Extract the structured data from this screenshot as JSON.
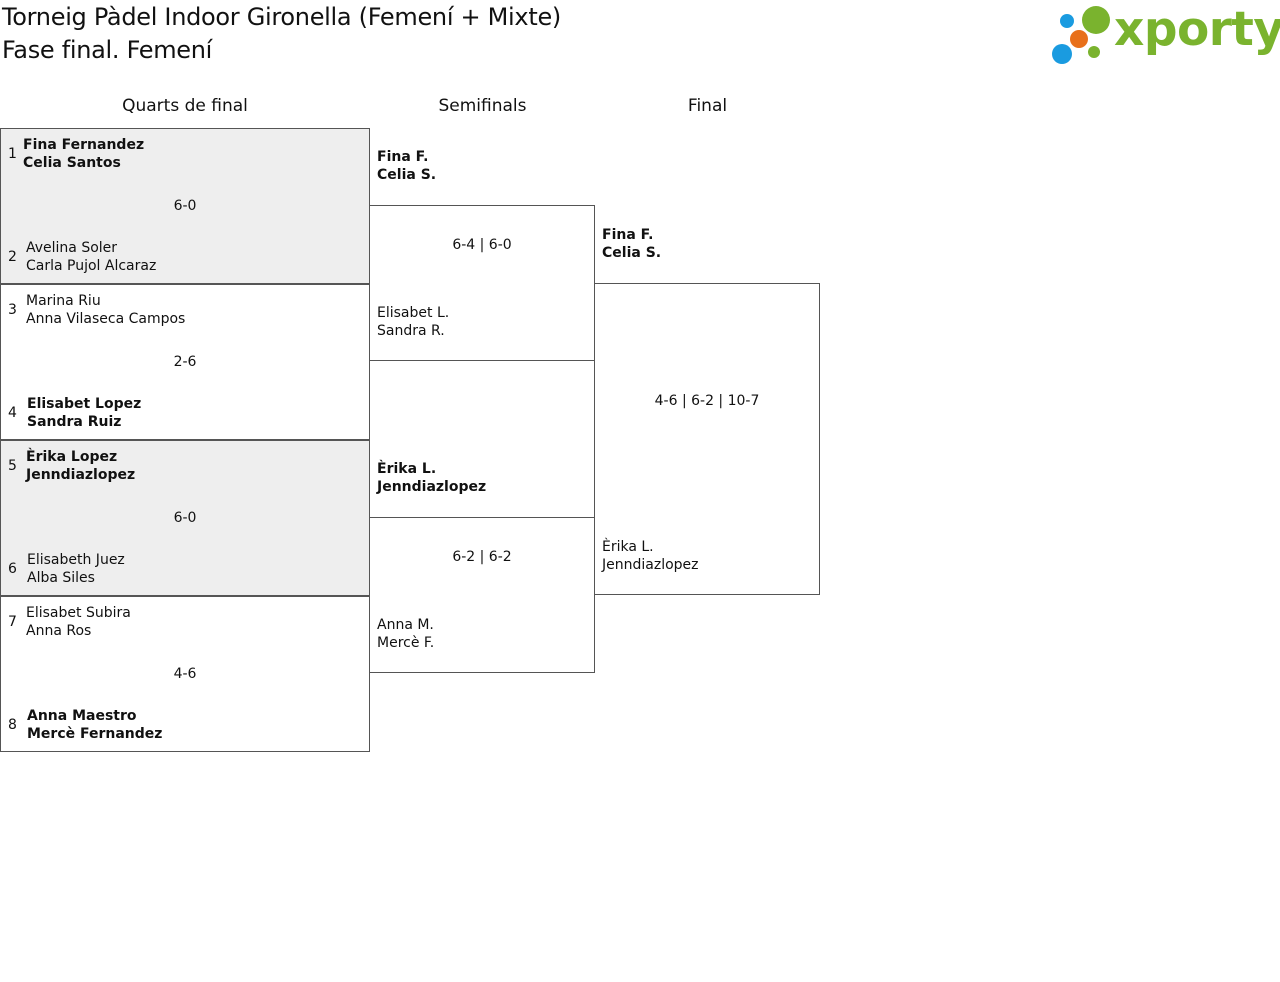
{
  "header": {
    "title": "Torneig Pàdel Indoor Gironella (Femení + Mixte)",
    "subtitle": "Fase final. Femení"
  },
  "logo": {
    "text": "xporty",
    "colors": {
      "green": "#7ab32e",
      "blue": "#1a9be0",
      "orange": "#e8701a"
    }
  },
  "rounds": {
    "quarters": "Quarts de final",
    "semis": "Semifinals",
    "final": "Final"
  },
  "quarterfinals": [
    {
      "top": {
        "seed": "1",
        "p1": "Fina Fernandez",
        "p2": "Celia Santos"
      },
      "bottom": {
        "seed": "2",
        "p1": "Avelina Soler",
        "p2": "Carla Pujol Alcaraz"
      },
      "score": "6-0",
      "winner": "top"
    },
    {
      "top": {
        "seed": "3",
        "p1": "Marina Riu",
        "p2": "Anna Vilaseca Campos"
      },
      "bottom": {
        "seed": "4",
        "p1": "Elisabet Lopez",
        "p2": "Sandra Ruiz"
      },
      "score": "2-6",
      "winner": "bottom"
    },
    {
      "top": {
        "seed": "5",
        "p1": "Èrika Lopez",
        "p2": "Jenndiazlopez"
      },
      "bottom": {
        "seed": "6",
        "p1": "Elisabeth Juez",
        "p2": "Alba Siles"
      },
      "score": "6-0",
      "winner": "top"
    },
    {
      "top": {
        "seed": "7",
        "p1": "Elisabet Subira",
        "p2": "Anna Ros"
      },
      "bottom": {
        "seed": "8",
        "p1": "Anna Maestro",
        "p2": "Mercè Fernandez"
      },
      "score": "4-6",
      "winner": "bottom"
    }
  ],
  "semifinals": [
    {
      "top": {
        "p1": "Fina F.",
        "p2": "Celia S."
      },
      "bottom": {
        "p1": "Elisabet L.",
        "p2": "Sandra R."
      },
      "score": "6-4 | 6-0",
      "winner": "top"
    },
    {
      "top": {
        "p1": "Èrika L.",
        "p2": "Jenndiazlopez"
      },
      "bottom": {
        "p1": "Anna M.",
        "p2": "Mercè F."
      },
      "score": "6-2 | 6-2",
      "winner": "top"
    }
  ],
  "final": {
    "top": {
      "p1": "Fina F.",
      "p2": "Celia S."
    },
    "bottom": {
      "p1": "Èrika L.",
      "p2": "Jenndiazlopez"
    },
    "score": "4-6 | 6-2 | 10-7",
    "winner": "top"
  }
}
